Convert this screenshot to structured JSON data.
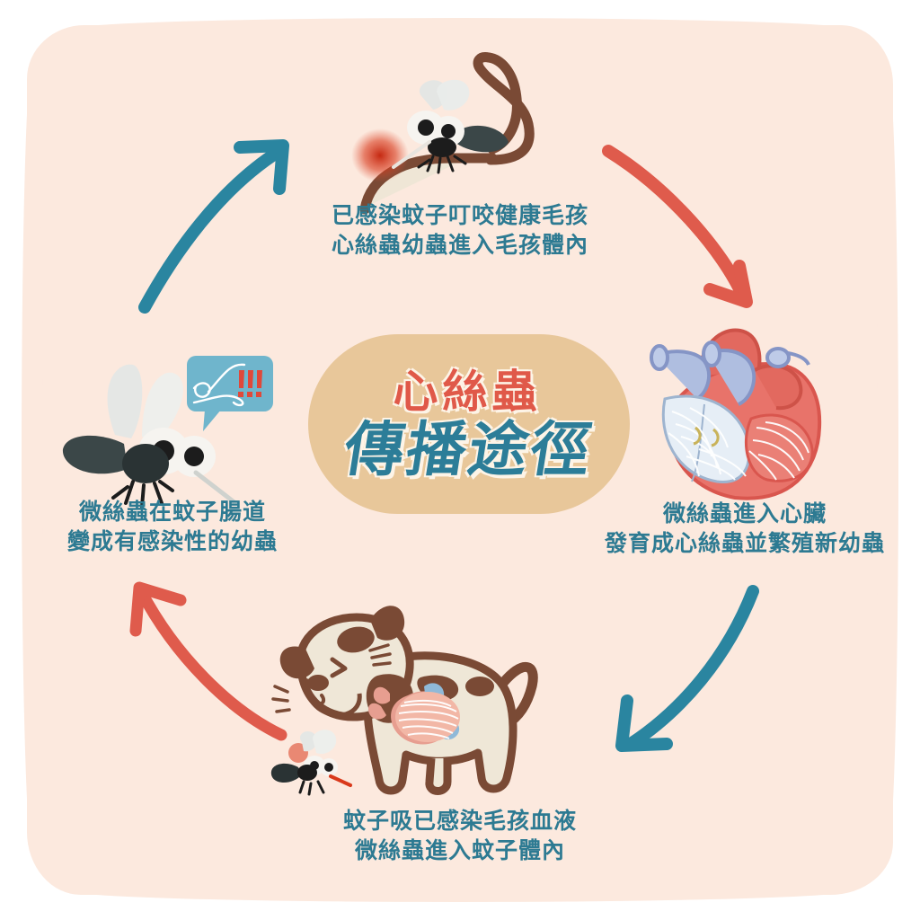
{
  "graphic": {
    "type": "cycle-infographic",
    "background_color": "#FFFFFF",
    "panel_color": "#FCE9DE",
    "accent_teal": "#2C7D98",
    "accent_red": "#E05949",
    "card_color": "#E8C79A"
  },
  "center": {
    "title_line1": "心絲蟲",
    "title_line2": "傳播途徑",
    "title_line1_color": "#E05949",
    "title_line2_color": "#2C7D98"
  },
  "steps": [
    {
      "id": "step-top",
      "position": "top",
      "line1": "已感染蚊子叮咬健康毛孩",
      "line2": "心絲蟲幼蟲進入毛孩體內",
      "illustration": "infected-mosquito-biting-dog"
    },
    {
      "id": "step-right",
      "position": "right",
      "line1": "微絲蟲進入心臟",
      "line2": "發育成心絲蟲並繁殖新幼蟲",
      "illustration": "heart-cross-section-with-worms"
    },
    {
      "id": "step-bottom",
      "position": "bottom",
      "line1": "蚊子吸已感染毛孩血液",
      "line2": "微絲蟲進入蚊子體內",
      "illustration": "sad-dog-with-infected-heart-and-mosquito"
    },
    {
      "id": "step-left",
      "position": "left",
      "line1": "微絲蟲在蚊子腸道",
      "line2": "變成有感染性的幼蟲",
      "illustration": "mosquito-with-larvae-speech-bubble"
    }
  ],
  "arrows": [
    {
      "id": "arrow-top-right",
      "color": "#DF5B4C",
      "direction": "down-right",
      "from": "step-top",
      "to": "step-right"
    },
    {
      "id": "arrow-bottom-right",
      "color": "#2A85A0",
      "direction": "down-left",
      "from": "step-right",
      "to": "step-bottom"
    },
    {
      "id": "arrow-bottom-left",
      "color": "#DF5B4C",
      "direction": "up-left",
      "from": "step-bottom",
      "to": "step-left"
    },
    {
      "id": "arrow-top-left",
      "color": "#2A85A0",
      "direction": "up-right",
      "from": "step-left",
      "to": "step-top"
    }
  ],
  "speech_bubble": {
    "color": "#6FB5CC",
    "marks": "!!!",
    "marks_color": "#E0483A"
  }
}
